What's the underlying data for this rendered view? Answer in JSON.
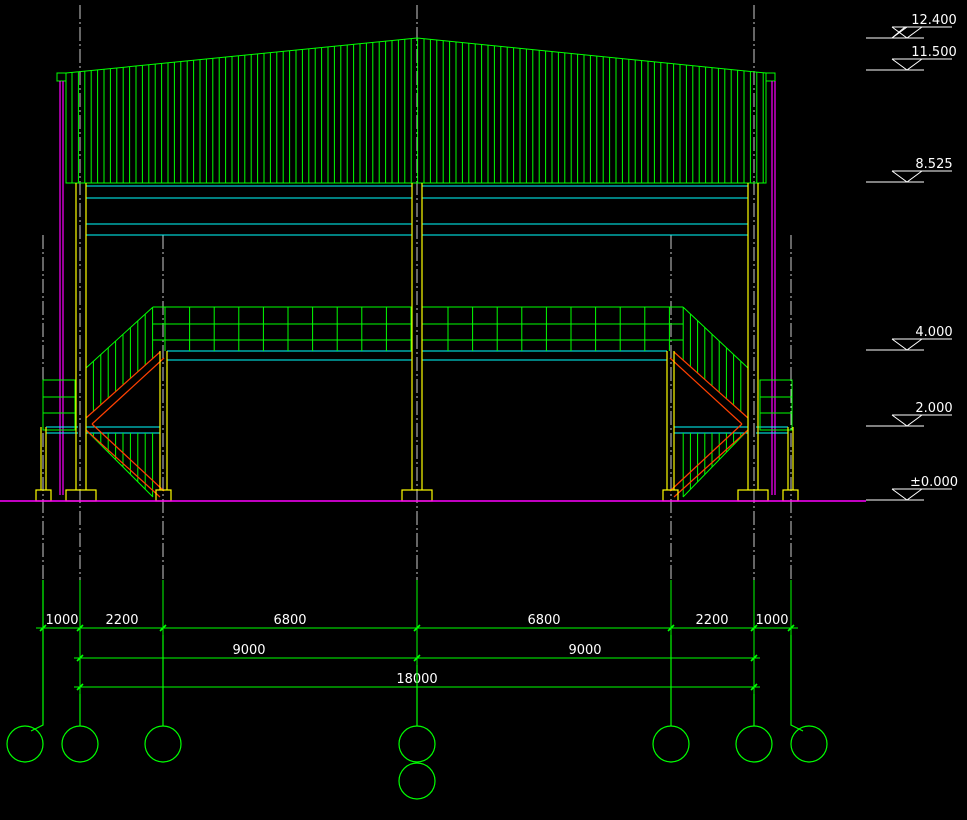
{
  "colors": {
    "background": "#000000",
    "roof": "#00ff00",
    "column": "#ffff00",
    "beam": "#00ffff",
    "ground": "#ff00ff",
    "purlin": "#ff00ff",
    "stair_stringer": "#ff4000",
    "axis": "#ffffff",
    "dimension": "#00ff00",
    "text": "#ffffff"
  },
  "levels": [
    {
      "label": "12.400"
    },
    {
      "label": "11.500"
    },
    {
      "label": "8.525"
    },
    {
      "label": "4.000"
    },
    {
      "label": "2.000"
    },
    {
      "label": "±0.000"
    }
  ],
  "dimensions": {
    "row1": [
      "1000",
      "2200",
      "6800",
      "6800",
      "2200",
      "1000"
    ],
    "row2": [
      "9000",
      "9000"
    ],
    "row3": [
      "18000"
    ]
  },
  "axis_bubbles": [
    {
      "id": "a1",
      "label": ""
    },
    {
      "id": "a2",
      "label": ""
    },
    {
      "id": "a3",
      "label": ""
    },
    {
      "id": "a4",
      "label": ""
    },
    {
      "id": "a4b",
      "label": ""
    },
    {
      "id": "a5",
      "label": ""
    },
    {
      "id": "a6",
      "label": ""
    },
    {
      "id": "a7",
      "label": ""
    }
  ]
}
